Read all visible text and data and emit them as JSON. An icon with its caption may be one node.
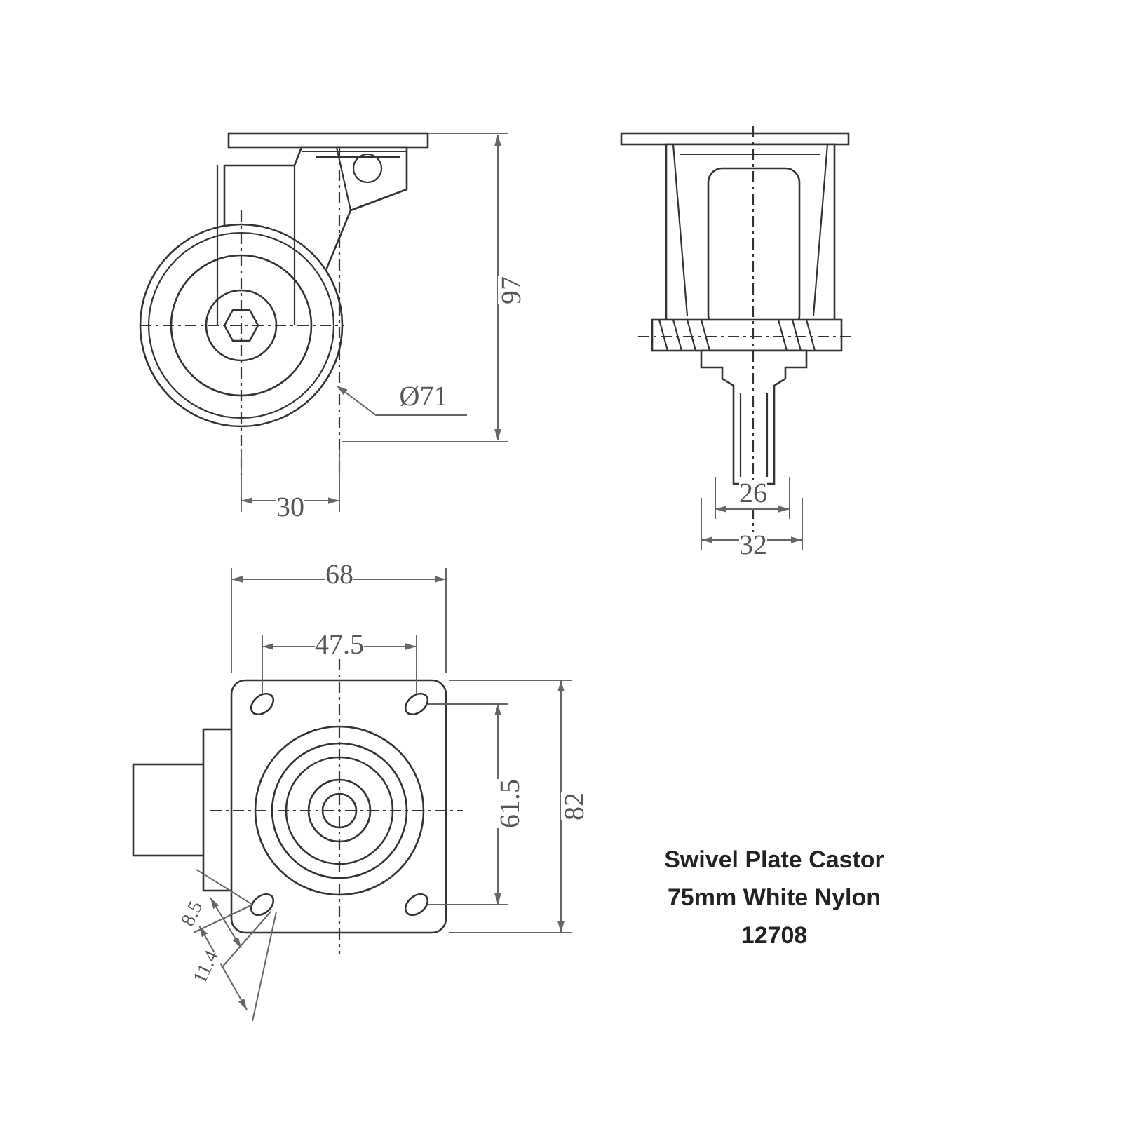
{
  "diagram": {
    "labels": [
      "97",
      "Ø71",
      "30",
      "26",
      "32",
      "68",
      "47.5",
      "61.5",
      "82",
      "8.5",
      "11.4",
      "Swivel Plate Castor",
      "75mm White Nylon",
      "12708"
    ]
  }
}
